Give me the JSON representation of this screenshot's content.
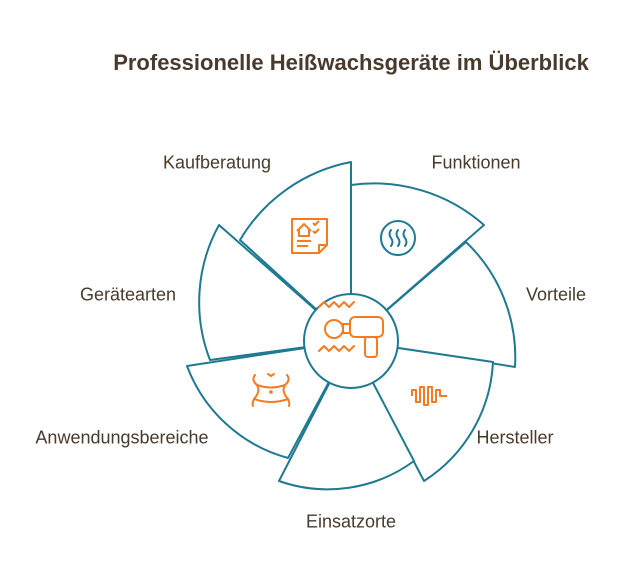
{
  "title": "Professionelle Heißwachsgeräte im Überblick",
  "center": {
    "icon": "wax-heater-device-icon"
  },
  "segments": [
    {
      "label": "Kaufberatung",
      "icon": "checklist-document-icon"
    },
    {
      "label": "Funktionen",
      "icon": "heat-waves-icon"
    },
    {
      "label": "Vorteile",
      "icon": ""
    },
    {
      "label": "Hersteller",
      "icon": "waveform-icon"
    },
    {
      "label": "Einsatzorte",
      "icon": ""
    },
    {
      "label": "Anwendungsbereiche",
      "icon": "body-waist-icon"
    },
    {
      "label": "Gerätearten",
      "icon": ""
    }
  ],
  "colors": {
    "stroke": "#1f7a91",
    "icon": "#f47b20",
    "text": "#4a3a2c"
  }
}
